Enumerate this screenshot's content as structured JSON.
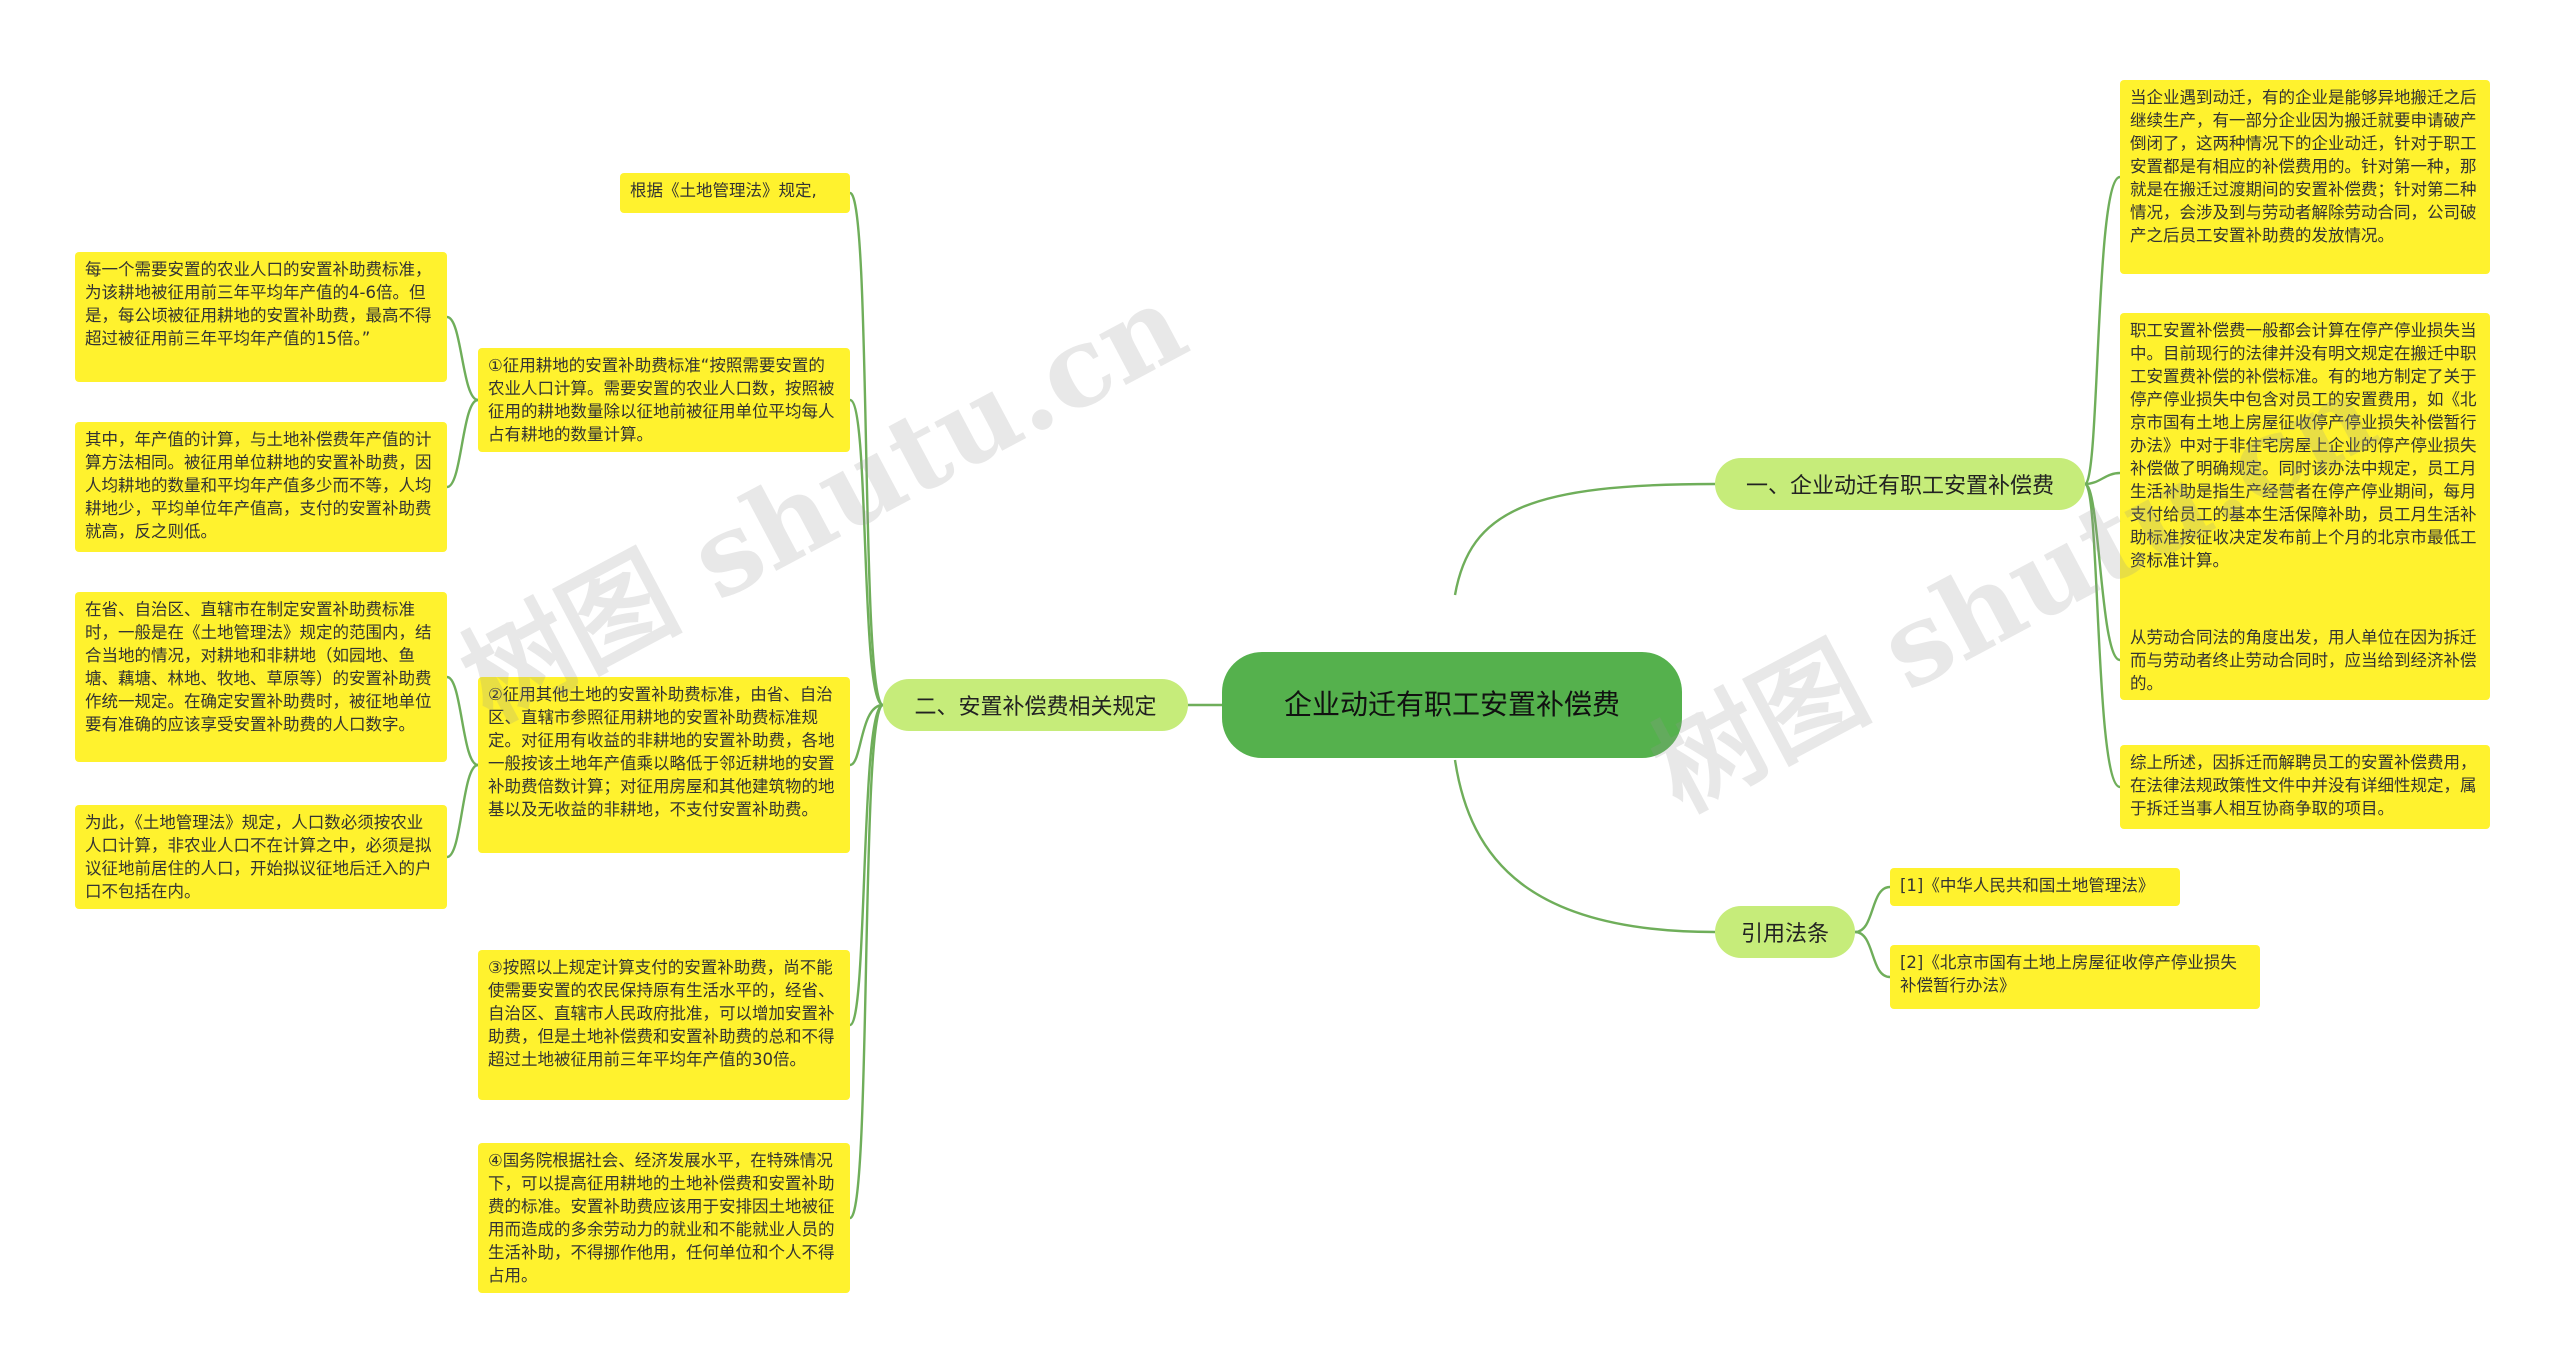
{
  "root": {
    "label": "企业动迁有职工安置补偿费"
  },
  "branches": {
    "b1": {
      "label": "一、企业动迁有职工安置补偿费"
    },
    "b2": {
      "label": "引用法条"
    },
    "b3": {
      "label": "二、安置补偿费相关规定"
    }
  },
  "notes": {
    "r1": "当企业遇到动迁，有的企业是能够异地搬迁之后继续生产，有一部分企业因为搬迁就要申请破产倒闭了，这两种情况下的企业动迁，针对于职工安置都是有相应的补偿费用的。针对第一种，那就是在搬迁过渡期间的安置补偿费；针对第二种情况，会涉及到与劳动者解除劳动合同，公司破产之后员工安置补助费的发放情况。",
    "r2": "职工安置补偿费一般都会计算在停产停业损失当中。目前现行的法律并没有明文规定在搬迁中职工安置费补偿的补偿标准。有的地方制定了关于停产停业损失中包含对员工的安置费用，如《北京市国有土地上房屋征收停产停业损失补偿暂行办法》中对于非住宅房屋上企业的停产停业损失补偿做了明确规定。同时该办法中规定，员工月生活补助是指生产经营者在停产停业期间，每月支付给员工的基本生活保障补助，员工月生活补助标准按征收决定发布前上个月的北京市最低工资标准计算。",
    "r3": "从劳动合同法的角度出发，用人单位在因为拆迁而与劳动者终止劳动合同时，应当给到经济补偿的。",
    "r4": "综上所述，因拆迁而解聘员工的安置补偿费用，在法律法规政策性文件中并没有详细性规定，属于拆迁当事人相互协商争取的项目。",
    "law1": "[1]《中华人民共和国土地管理法》",
    "law2": "[2]《北京市国有土地上房屋征收停产停业损失补偿暂行办法》",
    "m0": "根据《土地管理法》规定,",
    "m1": "①征用耕地的安置补助费标准“按照需要安置的农业人口计算。需要安置的农业人口数，按照被征用的耕地数量除以征地前被征用单位平均每人占有耕地的数量计算。",
    "m2": "②征用其他土地的安置补助费标准，由省、自治区、直辖市参照征用耕地的安置补助费标准规定。对征用有收益的非耕地的安置补助费，各地一般按该土地年产值乘以略低于邻近耕地的安置补助费倍数计算；对征用房屋和其他建筑物的地基以及无收益的非耕地，不支付安置补助费。",
    "m3": "③按照以上规定计算支付的安置补助费，尚不能使需要安置的农民保持原有生活水平的，经省、自治区、直辖市人民政府批准，可以增加安置补助费，但是土地补偿费和安置补助费的总和不得超过土地被征用前三年平均年产值的30倍。",
    "m4": "④国务院根据社会、经济发展水平，在特殊情况下，可以提高征用耕地的土地补偿费和安置补助费的标准。安置补助费应该用于安排因土地被征用而造成的多余劳动力的就业和不能就业人员的生活补助，不得挪作他用，任何单位和个人不得占用。",
    "l1": "每一个需要安置的农业人口的安置补助费标准，为该耕地被征用前三年平均年产值的4-6倍。但是，每公顷被征用耕地的安置补助费，最高不得超过被征用前三年平均年产值的15倍。”",
    "l2": "其中，年产值的计算，与土地补偿费年产值的计算方法相同。被征用单位耕地的安置补助费，因人均耕地的数量和平均年产值多少而不等，人均耕地少，平均单位年产值高，支付的安置补助费就高，反之则低。",
    "l3": "在省、自治区、直辖市在制定安置补助费标准时，一般是在《土地管理法》规定的范围内，结合当地的情况，对耕地和非耕地（如园地、鱼塘、藕塘、林地、牧地、草原等）的安置补助费作统一规定。在确定安置补助费时，被征地单位要有准确的应该享受安置补助费的人口数字。",
    "l4": "为此，《土地管理法》规定，人口数必须按农业人口计算，非农业人口不在计算之中，必须是拟议征地前居住的人口，开始拟议征地后迁入的户口不包括在内。"
  },
  "watermark": {
    "text": "树图 shutu.cn"
  },
  "colors": {
    "line": "#6fae5a",
    "note_bg": "#fff22e",
    "branch_bg": "#c6ec7a",
    "root_bg": "#55b14d"
  }
}
